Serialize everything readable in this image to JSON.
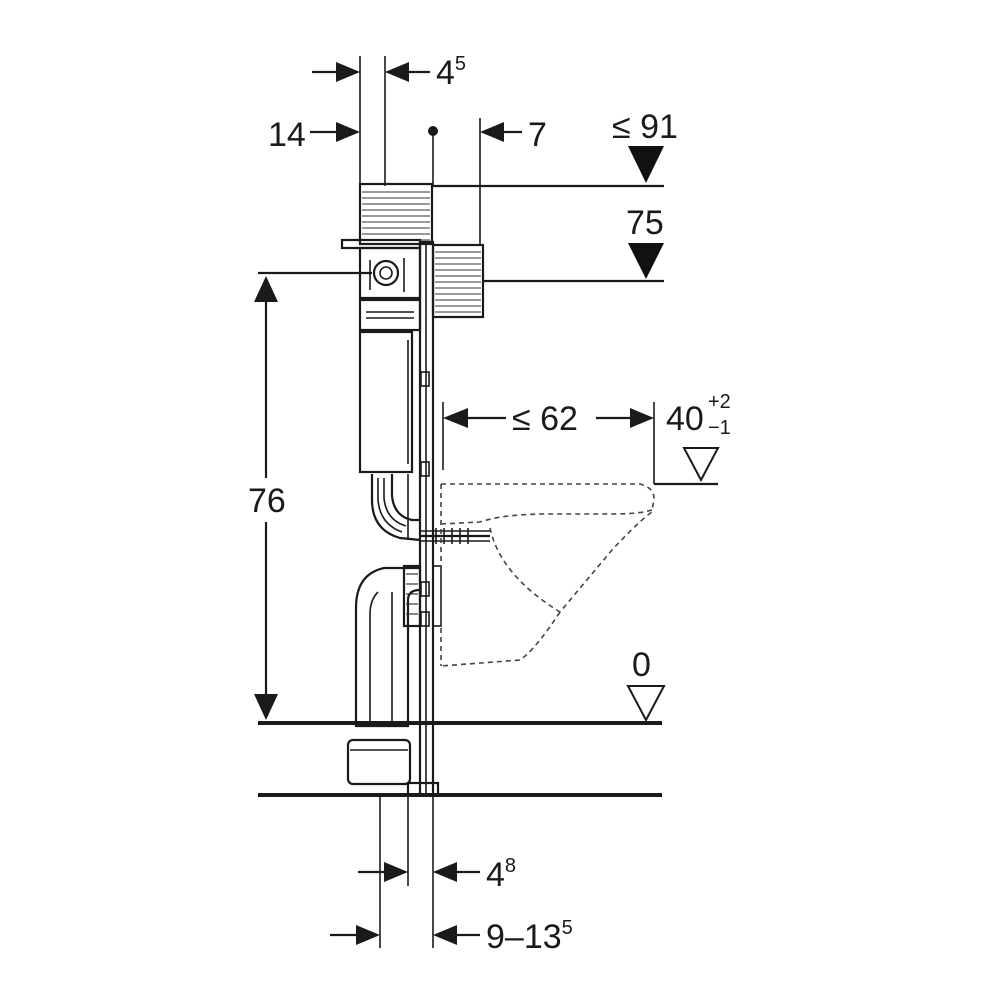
{
  "dimensions": {
    "top_width": {
      "main": "4",
      "sup": "5"
    },
    "offset_left": "14",
    "offset_right": "7",
    "max_height": "≤ 91",
    "flush_height": "75",
    "frame_height": "76",
    "bowl_depth": "≤ 62",
    "seat_height": {
      "main": "40",
      "sup_plus": "+2",
      "sub_minus": "−1"
    },
    "floor_level": "0",
    "wall_depth": {
      "main": "4",
      "sup": "8"
    },
    "wall_range": {
      "main": "9–13",
      "sup": "5"
    }
  },
  "colors": {
    "line": "#1a1a1a",
    "background": "#ffffff"
  }
}
